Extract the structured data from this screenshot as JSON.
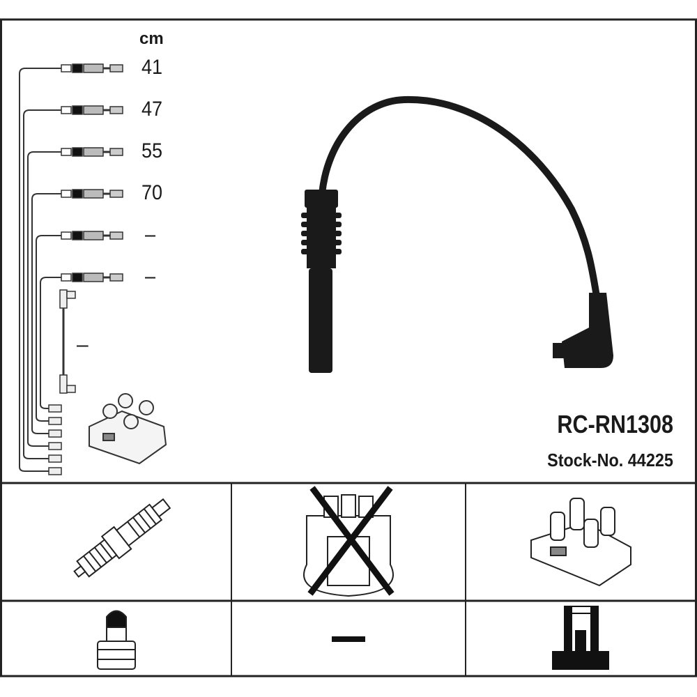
{
  "diagram": {
    "unit_label": "cm",
    "lengths": [
      "41",
      "47",
      "55",
      "70",
      "–",
      "–"
    ],
    "coil_lead_length": "–",
    "part_number": "RC-RN1308",
    "stock_number": "Stock-No. 44225"
  },
  "compatibility_grid": {
    "cells": [
      {
        "icon": "spark-plug-icon",
        "excluded": false
      },
      {
        "icon": "distributor-cap-icon",
        "excluded": true
      },
      {
        "icon": "ignition-coil-icon",
        "excluded": false
      },
      {
        "icon": "spark-plug-terminal-icon",
        "excluded": false
      },
      {
        "icon": "none",
        "label": "–",
        "excluded": false
      },
      {
        "icon": "coil-terminal-icon",
        "excluded": false
      }
    ]
  }
}
